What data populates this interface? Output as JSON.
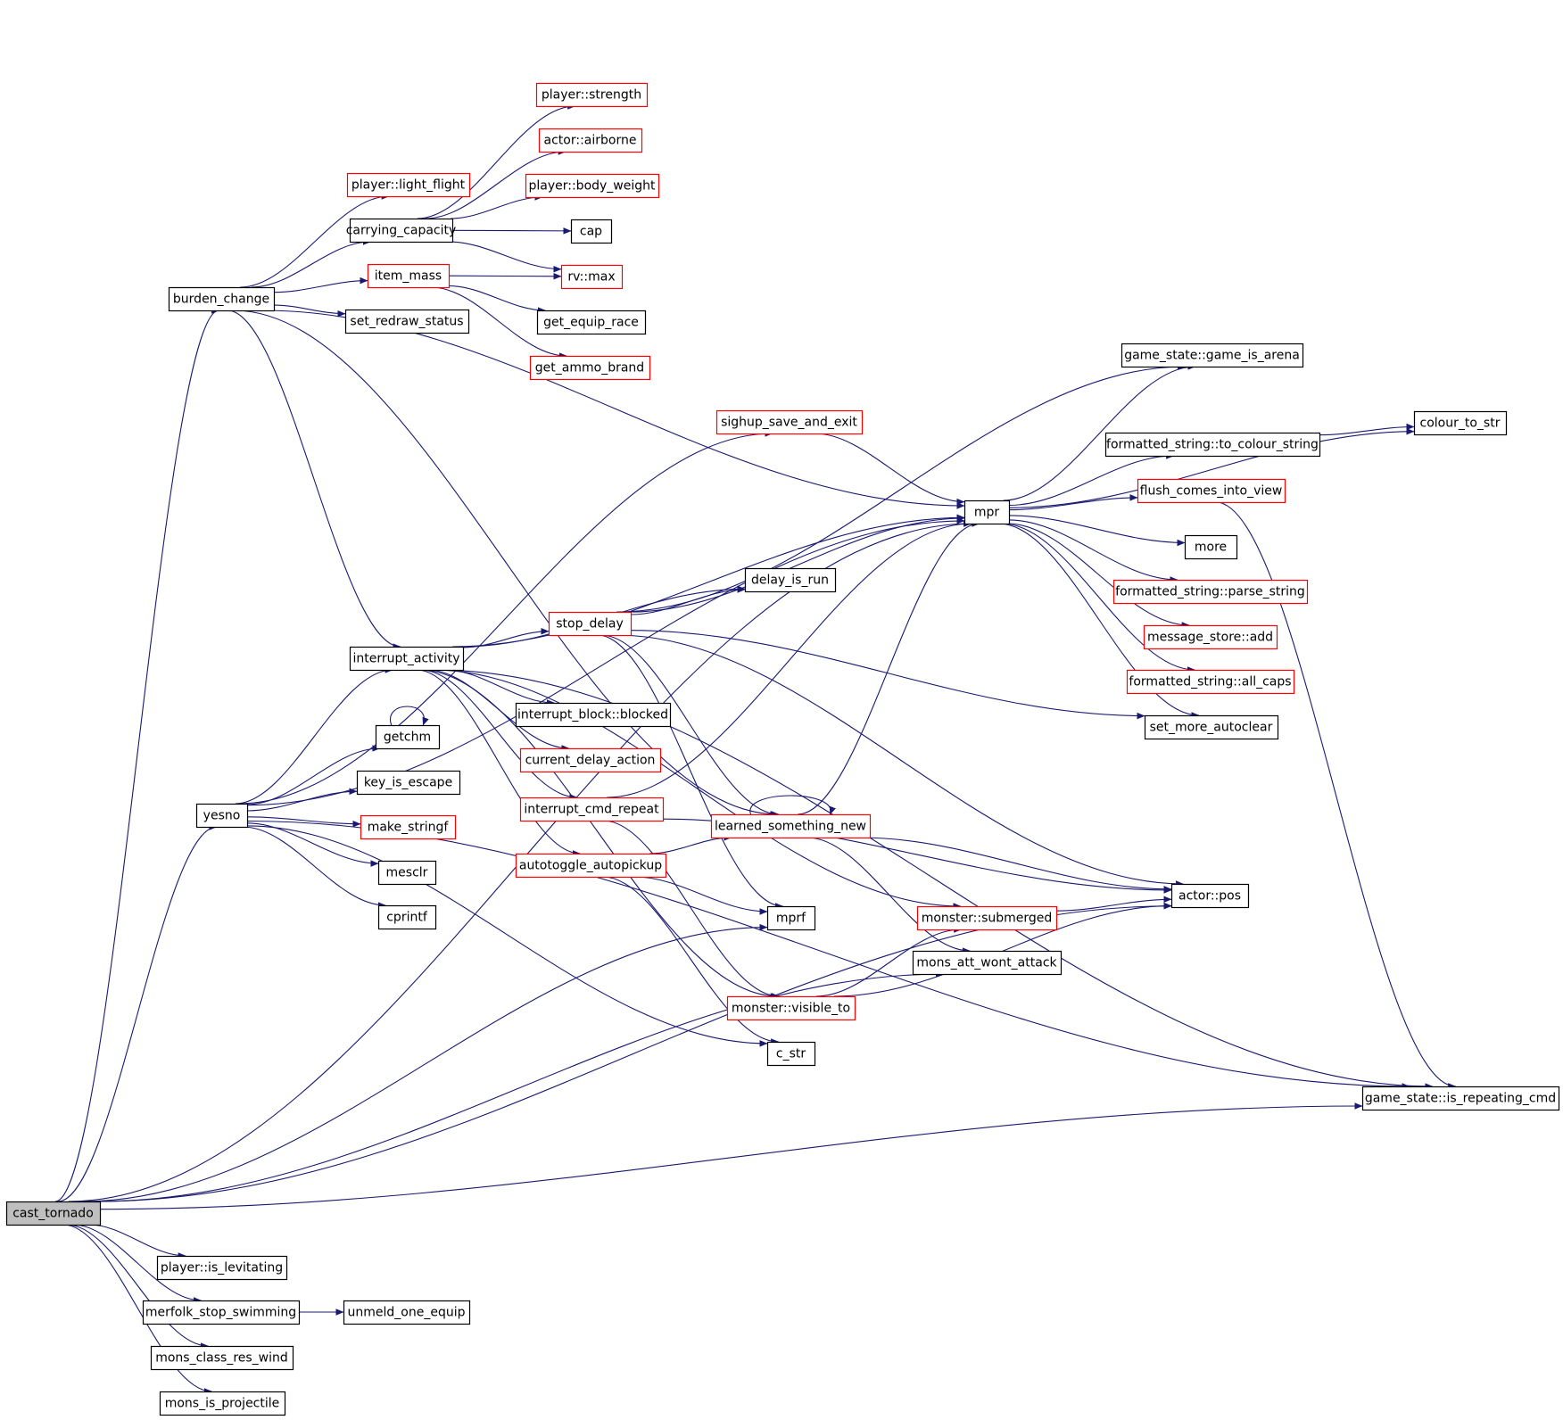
{
  "diagram": {
    "type": "call-graph",
    "colors": {
      "edge": "#191970",
      "border_normal": "#000000",
      "border_truncated": "#ff0000",
      "root_fill": "#bfbfbf",
      "background": "#ffffff"
    },
    "nodes": [
      {
        "id": "cast_tornado",
        "label": "cast_tornado",
        "style": "root"
      },
      {
        "id": "burden_change",
        "label": "burden_change",
        "style": "normal"
      },
      {
        "id": "interrupt_activity",
        "label": "interrupt_activity",
        "style": "normal"
      },
      {
        "id": "yesno",
        "label": "yesno",
        "style": "normal"
      },
      {
        "id": "player_is_levitating",
        "label": "player::is_levitating",
        "style": "normal"
      },
      {
        "id": "merfolk_stop_swimming",
        "label": "merfolk_stop_swimming",
        "style": "normal"
      },
      {
        "id": "mons_class_res_wind",
        "label": "mons_class_res_wind",
        "style": "normal"
      },
      {
        "id": "mons_is_projectile",
        "label": "mons_is_projectile",
        "style": "normal"
      },
      {
        "id": "unmeld_one_equip",
        "label": "unmeld_one_equip",
        "style": "normal"
      },
      {
        "id": "player_light_flight",
        "label": "player::light_flight",
        "style": "truncated"
      },
      {
        "id": "carrying_capacity",
        "label": "carrying_capacity",
        "style": "normal"
      },
      {
        "id": "item_mass",
        "label": "item_mass",
        "style": "truncated"
      },
      {
        "id": "set_redraw_status",
        "label": "set_redraw_status",
        "style": "normal"
      },
      {
        "id": "player_strength",
        "label": "player::strength",
        "style": "truncated"
      },
      {
        "id": "actor_airborne",
        "label": "actor::airborne",
        "style": "truncated"
      },
      {
        "id": "player_body_weight",
        "label": "player::body_weight",
        "style": "truncated"
      },
      {
        "id": "cap",
        "label": "cap",
        "style": "normal"
      },
      {
        "id": "rv_max",
        "label": "rv::max",
        "style": "truncated"
      },
      {
        "id": "get_equip_race",
        "label": "get_equip_race",
        "style": "normal"
      },
      {
        "id": "get_ammo_brand",
        "label": "get_ammo_brand",
        "style": "truncated"
      },
      {
        "id": "sighup_save_and_exit",
        "label": "sighup_save_and_exit",
        "style": "truncated"
      },
      {
        "id": "mpr",
        "label": "mpr",
        "style": "normal"
      },
      {
        "id": "delay_is_run",
        "label": "delay_is_run",
        "style": "normal"
      },
      {
        "id": "stop_delay",
        "label": "stop_delay",
        "style": "truncated"
      },
      {
        "id": "interrupt_block_blocked",
        "label": "interrupt_block::blocked",
        "style": "normal"
      },
      {
        "id": "current_delay_action",
        "label": "current_delay_action",
        "style": "truncated"
      },
      {
        "id": "interrupt_cmd_repeat",
        "label": "interrupt_cmd_repeat",
        "style": "truncated"
      },
      {
        "id": "autotoggle_autopickup",
        "label": "autotoggle_autopickup",
        "style": "truncated"
      },
      {
        "id": "getchm",
        "label": "getchm",
        "style": "normal"
      },
      {
        "id": "key_is_escape",
        "label": "key_is_escape",
        "style": "normal"
      },
      {
        "id": "make_stringf",
        "label": "make_stringf",
        "style": "truncated"
      },
      {
        "id": "mesclr",
        "label": "mesclr",
        "style": "normal"
      },
      {
        "id": "cprintf",
        "label": "cprintf",
        "style": "normal"
      },
      {
        "id": "learned_something_new",
        "label": "learned_something_new",
        "style": "truncated"
      },
      {
        "id": "mprf",
        "label": "mprf",
        "style": "normal"
      },
      {
        "id": "monster_submerged",
        "label": "monster::submerged",
        "style": "truncated"
      },
      {
        "id": "mons_att_wont_attack",
        "label": "mons_att_wont_attack",
        "style": "normal"
      },
      {
        "id": "monster_visible_to",
        "label": "monster::visible_to",
        "style": "truncated"
      },
      {
        "id": "c_str",
        "label": "c_str",
        "style": "normal"
      },
      {
        "id": "actor_pos",
        "label": "actor::pos",
        "style": "normal"
      },
      {
        "id": "game_state_game_is_arena",
        "label": "game_state::game_is_arena",
        "style": "normal"
      },
      {
        "id": "formatted_string_to_colour_string",
        "label": "formatted_string::to_colour_string",
        "style": "normal"
      },
      {
        "id": "colour_to_str",
        "label": "colour_to_str",
        "style": "normal"
      },
      {
        "id": "flush_comes_into_view",
        "label": "flush_comes_into_view",
        "style": "truncated"
      },
      {
        "id": "more",
        "label": "more",
        "style": "normal"
      },
      {
        "id": "formatted_string_parse_string",
        "label": "formatted_string::parse_string",
        "style": "truncated"
      },
      {
        "id": "message_store_add",
        "label": "message_store::add",
        "style": "truncated"
      },
      {
        "id": "formatted_string_all_caps",
        "label": "formatted_string::all_caps",
        "style": "truncated"
      },
      {
        "id": "set_more_autoclear",
        "label": "set_more_autoclear",
        "style": "normal"
      },
      {
        "id": "game_state_is_repeating_cmd",
        "label": "game_state::is_repeating_cmd",
        "style": "normal"
      }
    ],
    "edges": [
      [
        "cast_tornado",
        "burden_change"
      ],
      [
        "cast_tornado",
        "mpr"
      ],
      [
        "cast_tornado",
        "yesno"
      ],
      [
        "cast_tornado",
        "mprf"
      ],
      [
        "cast_tornado",
        "mons_att_wont_attack"
      ],
      [
        "cast_tornado",
        "actor_pos"
      ],
      [
        "cast_tornado",
        "game_state_is_repeating_cmd"
      ],
      [
        "cast_tornado",
        "player_is_levitating"
      ],
      [
        "cast_tornado",
        "merfolk_stop_swimming"
      ],
      [
        "cast_tornado",
        "mons_class_res_wind"
      ],
      [
        "cast_tornado",
        "mons_is_projectile"
      ],
      [
        "merfolk_stop_swimming",
        "unmeld_one_equip"
      ],
      [
        "burden_change",
        "player_light_flight"
      ],
      [
        "burden_change",
        "carrying_capacity"
      ],
      [
        "burden_change",
        "item_mass"
      ],
      [
        "burden_change",
        "set_redraw_status"
      ],
      [
        "burden_change",
        "mpr"
      ],
      [
        "burden_change",
        "interrupt_activity"
      ],
      [
        "burden_change",
        "learned_something_new"
      ],
      [
        "carrying_capacity",
        "player_strength"
      ],
      [
        "carrying_capacity",
        "actor_airborne"
      ],
      [
        "carrying_capacity",
        "player_body_weight"
      ],
      [
        "carrying_capacity",
        "cap"
      ],
      [
        "carrying_capacity",
        "rv_max"
      ],
      [
        "item_mass",
        "rv_max"
      ],
      [
        "item_mass",
        "get_equip_race"
      ],
      [
        "item_mass",
        "get_ammo_brand"
      ],
      [
        "interrupt_activity",
        "mpr"
      ],
      [
        "interrupt_activity",
        "delay_is_run"
      ],
      [
        "interrupt_activity",
        "stop_delay"
      ],
      [
        "interrupt_activity",
        "interrupt_block_blocked"
      ],
      [
        "interrupt_activity",
        "current_delay_action"
      ],
      [
        "interrupt_activity",
        "interrupt_cmd_repeat"
      ],
      [
        "interrupt_activity",
        "autotoggle_autopickup"
      ],
      [
        "interrupt_activity",
        "monster_submerged"
      ],
      [
        "interrupt_activity",
        "monster_visible_to"
      ],
      [
        "interrupt_activity",
        "game_state_is_repeating_cmd"
      ],
      [
        "yesno",
        "interrupt_activity"
      ],
      [
        "yesno",
        "getchm"
      ],
      [
        "yesno",
        "key_is_escape"
      ],
      [
        "yesno",
        "make_stringf"
      ],
      [
        "yesno",
        "mesclr"
      ],
      [
        "yesno",
        "cprintf"
      ],
      [
        "yesno",
        "c_str"
      ],
      [
        "yesno",
        "sighup_save_and_exit"
      ],
      [
        "yesno",
        "mpr"
      ],
      [
        "yesno",
        "game_state_is_repeating_cmd"
      ],
      [
        "getchm",
        "getchm"
      ],
      [
        "sighup_save_and_exit",
        "mpr"
      ],
      [
        "stop_delay",
        "mpr"
      ],
      [
        "stop_delay",
        "delay_is_run"
      ],
      [
        "stop_delay",
        "game_state_game_is_arena"
      ],
      [
        "stop_delay",
        "set_more_autoclear"
      ],
      [
        "stop_delay",
        "actor_pos"
      ],
      [
        "stop_delay",
        "learned_something_new"
      ],
      [
        "stop_delay",
        "mprf"
      ],
      [
        "interrupt_cmd_repeat",
        "mpr"
      ],
      [
        "interrupt_cmd_repeat",
        "actor_pos"
      ],
      [
        "interrupt_cmd_repeat",
        "monster_visible_to"
      ],
      [
        "autotoggle_autopickup",
        "learned_something_new"
      ],
      [
        "autotoggle_autopickup",
        "mprf"
      ],
      [
        "autotoggle_autopickup",
        "c_str"
      ],
      [
        "learned_something_new",
        "learned_something_new"
      ],
      [
        "learned_something_new",
        "mpr"
      ],
      [
        "learned_something_new",
        "actor_pos"
      ],
      [
        "learned_something_new",
        "mons_att_wont_attack"
      ],
      [
        "monster_submerged",
        "actor_pos"
      ],
      [
        "monster_visible_to",
        "monster_submerged"
      ],
      [
        "monster_visible_to",
        "actor_pos"
      ],
      [
        "mpr",
        "game_state_game_is_arena"
      ],
      [
        "mpr",
        "formatted_string_to_colour_string"
      ],
      [
        "mpr",
        "colour_to_str"
      ],
      [
        "mpr",
        "flush_comes_into_view"
      ],
      [
        "mpr",
        "more"
      ],
      [
        "mpr",
        "formatted_string_parse_string"
      ],
      [
        "mpr",
        "message_store_add"
      ],
      [
        "mpr",
        "formatted_string_all_caps"
      ],
      [
        "mpr",
        "set_more_autoclear"
      ],
      [
        "formatted_string_to_colour_string",
        "colour_to_str"
      ],
      [
        "flush_comes_into_view",
        "game_state_is_repeating_cmd"
      ]
    ]
  }
}
